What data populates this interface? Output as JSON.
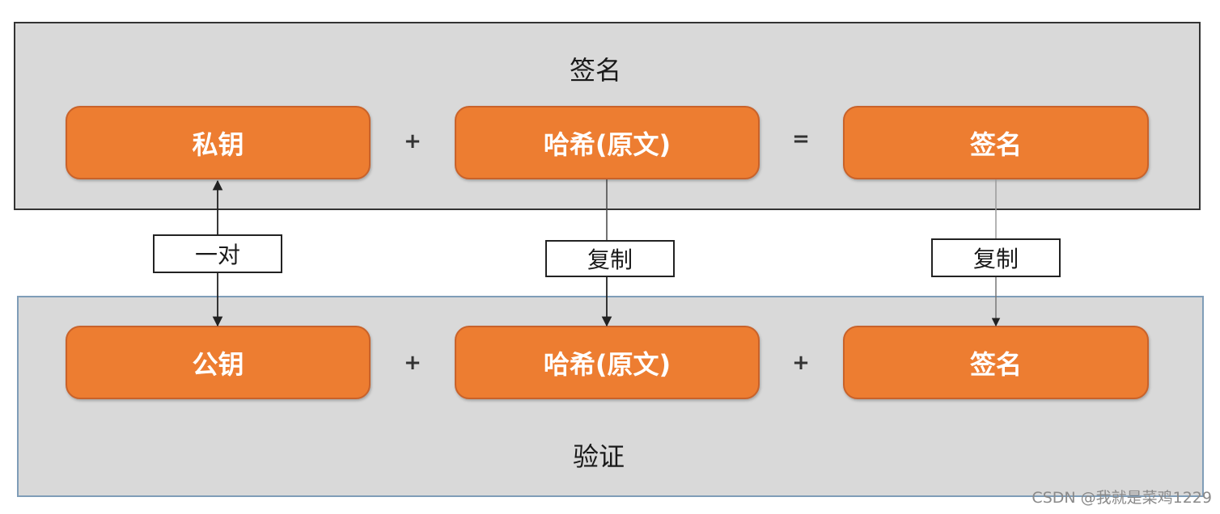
{
  "sign_panel": {
    "title": "签名",
    "boxes": [
      "私钥",
      "哈希(原文)",
      "签名"
    ],
    "operators": [
      "+",
      "="
    ]
  },
  "verify_panel": {
    "title": "验证",
    "boxes": [
      "公钥",
      "哈希(原文)",
      "签名"
    ],
    "operators": [
      "+",
      "+"
    ]
  },
  "connectors": [
    {
      "label": "一对",
      "from": "私钥",
      "to": "公钥",
      "bidirectional": true
    },
    {
      "label": "复制",
      "from": "哈希(原文)",
      "to": "哈希(原文)",
      "bidirectional": false
    },
    {
      "label": "复制",
      "from": "签名",
      "to": "签名",
      "bidirectional": false
    }
  ],
  "colors": {
    "panel_bg": "#d9d9d9",
    "box_fill": "#ed7d31",
    "box_text": "#ffffff"
  },
  "watermark": "CSDN @我就是菜鸡1229"
}
